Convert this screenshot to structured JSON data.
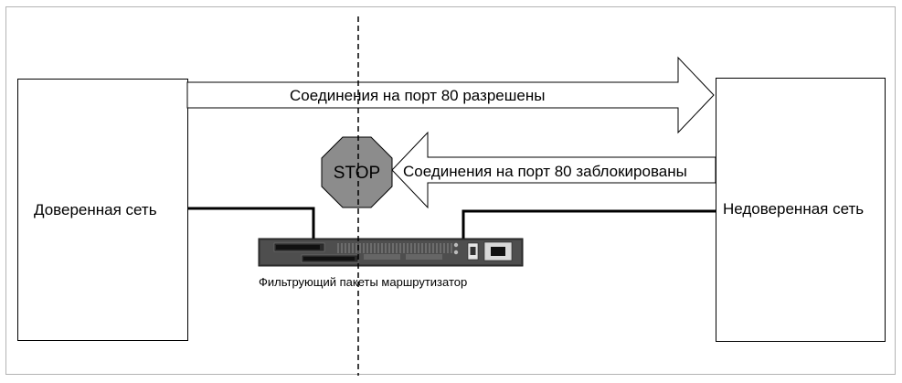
{
  "diagram": {
    "trusted_network_label": "Доверенная сеть",
    "untrusted_network_label": "Недоверенная сеть",
    "allowed_connections_label": "Соединения на порт 80 разрешены",
    "blocked_connections_label": "Соединения на порт 80 заблокированы",
    "stop_sign_label": "STOP",
    "router_caption": "Фильтрующий пакеты маршрутизатор",
    "stop_sign_color": "#8c8c8c"
  }
}
